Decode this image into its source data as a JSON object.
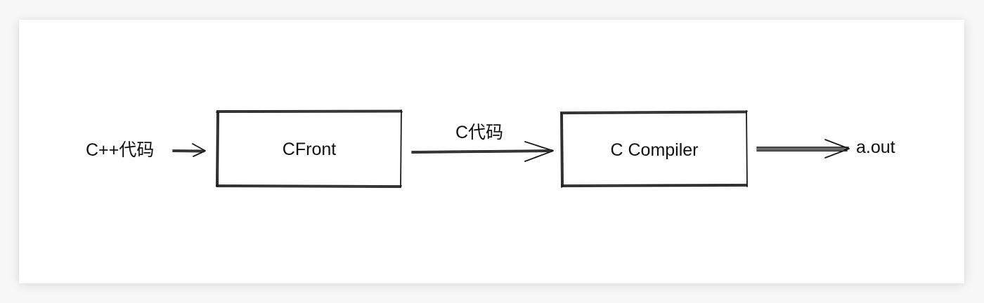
{
  "diagram": {
    "input_label": "C++代码",
    "box1_label": "CFront",
    "edge_label": "C代码",
    "box2_label": "C Compiler",
    "output_label": "a.out"
  }
}
